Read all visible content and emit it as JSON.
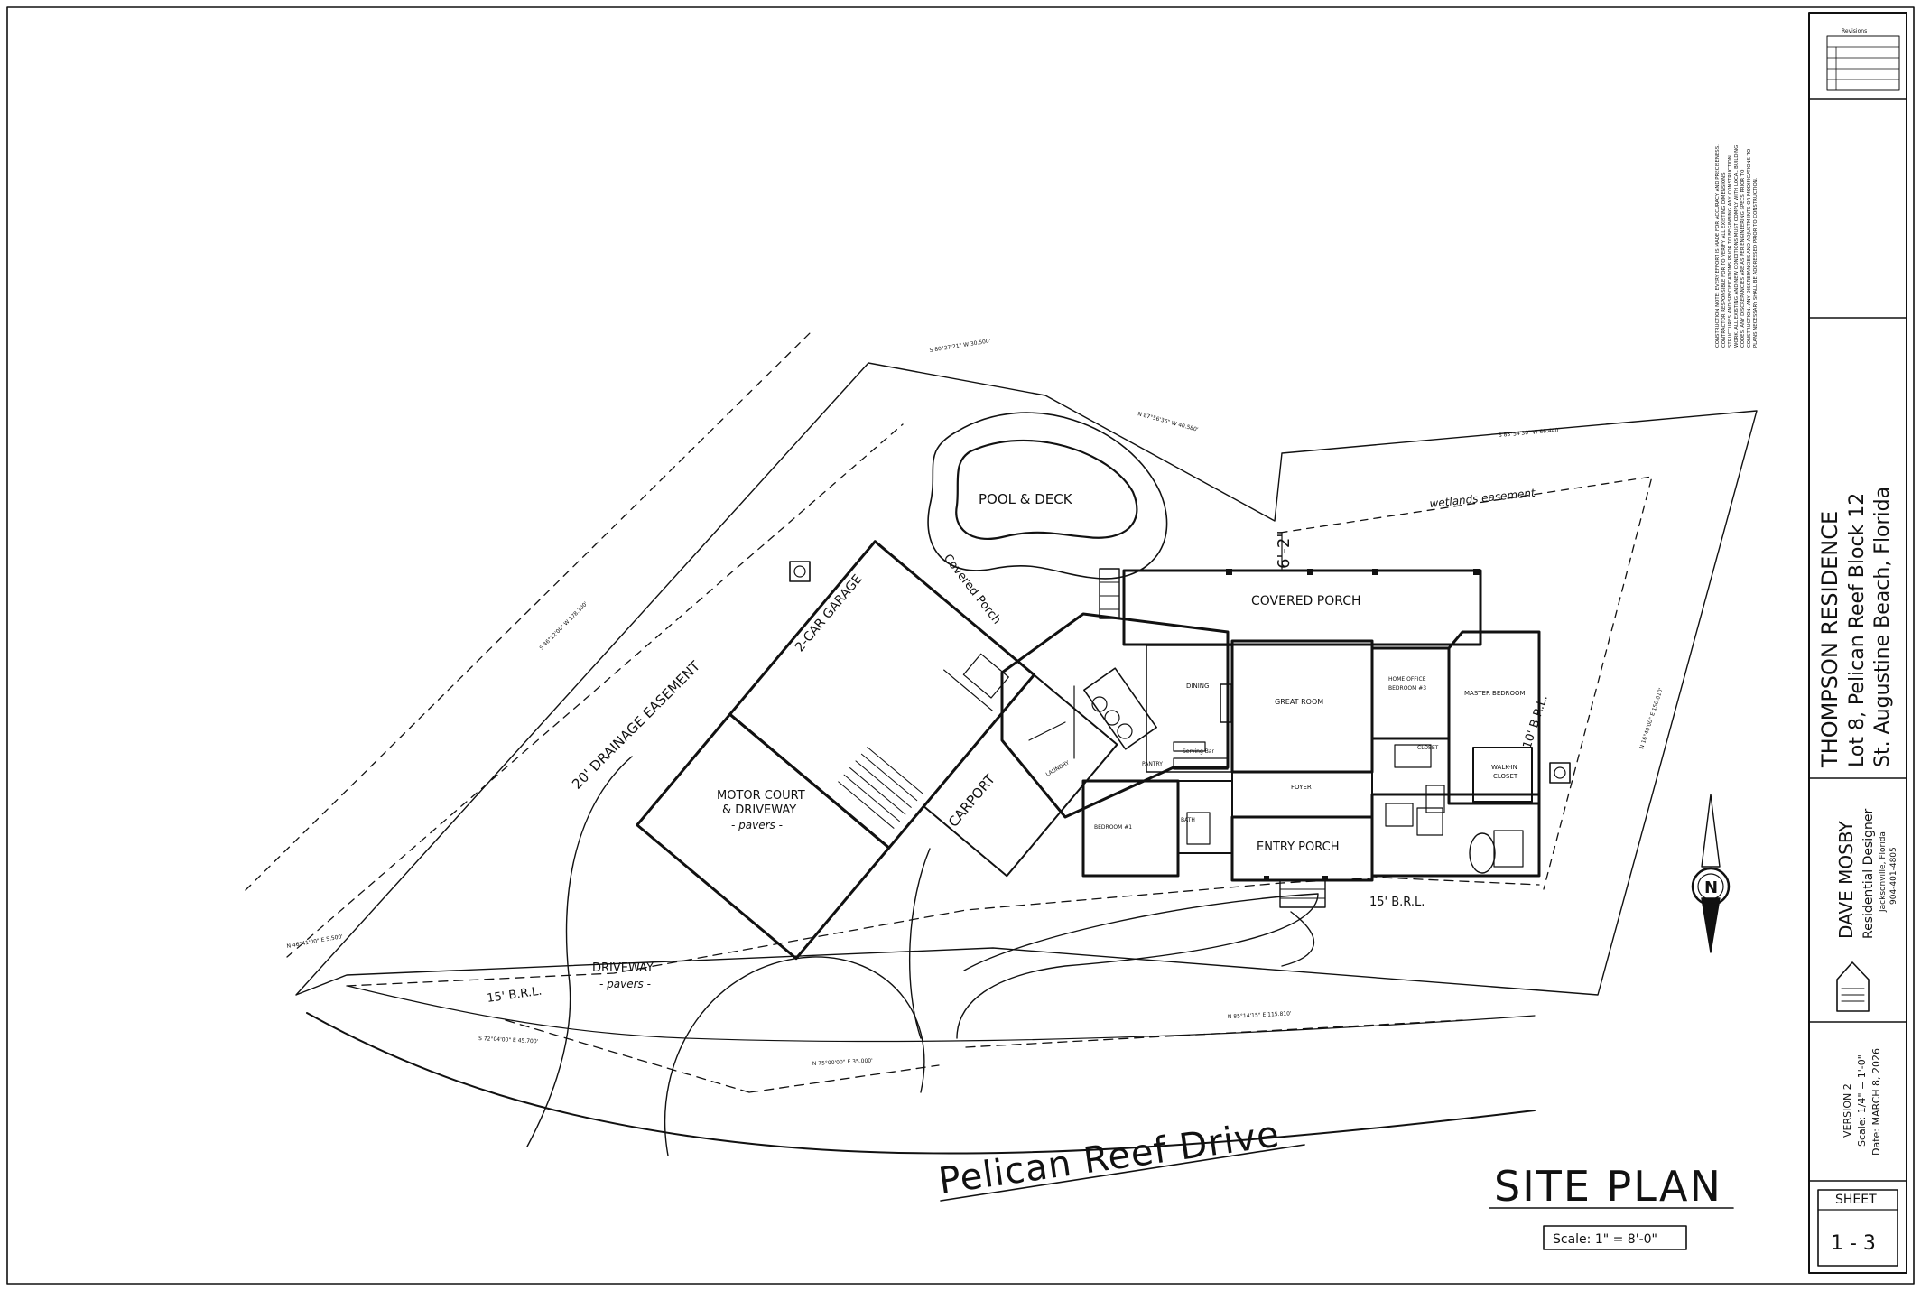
{
  "labels": {
    "pool": "POOL & DECK",
    "wetlands": "wetlands easement",
    "covered_porch": "COVERED PORCH",
    "dimension_62": "6'-2\"",
    "covered_porch_small": "Covered Porch",
    "garage": "2-CAR GARAGE",
    "carport": "CARPORT",
    "drainage": "20' DRAINAGE EASEMENT",
    "motor_court_1": "MOTOR COURT",
    "motor_court_2": "& DRIVEWAY",
    "motor_court_3": "- pavers -",
    "driveway_1": "DRIVEWAY",
    "driveway_2": "- pavers -",
    "brl_front_left": "15' B.R.L.",
    "brl_front_right": "15' B.R.L.",
    "brl_side": "10' B.R.L.",
    "great_room": "GREAT ROOM",
    "dining": "DINING",
    "home_office": "HOME OFFICE",
    "bedroom3": "BEDROOM #3",
    "master_bedroom": "MASTER BEDROOM",
    "walkin_1": "WALK-IN",
    "walkin_2": "CLOSET",
    "foyer": "FOYER",
    "entry_porch": "ENTRY PORCH",
    "bedroom1": "BEDROOM #1",
    "serving_bar": "Serving Bar",
    "laundry": "LAUNDRY",
    "pantry": "PANTRY",
    "bath": "BATH",
    "closet": "CLOSET",
    "street": "Pelican Reef Drive",
    "site_plan": "SITE PLAN",
    "scale": "Scale:  1\" = 8'-0\"",
    "bearing_top1": "S 80°27'21\" W 30.500'",
    "bearing_top2": "N 87°56'36\" W 40.580'",
    "bearing_top3": "S 83°54'30\" W 66.440'",
    "bearing_left": "S 46°12'00\" W 178.300'",
    "bearing_right": "N 16°40'00\" E 150.010'",
    "bearing_bot1": "N 85°14'15\" E 115.810'",
    "bearing_bot2": "N 75°00'00\" E 35.000'",
    "bearing_bot3": "S 72°04'00\" E 45.700'",
    "bearing_corner": "N 46°41'00\" E 5.500'"
  },
  "title_block": {
    "revisions": "Revisions",
    "notes": "CONSTRUCTION NOTE: EVERY EFFORT IS MADE FOR ACCURACY AND PRECISENESS. CONTRACTOR RESPONSIBLE FOR TO VERIFY ALL EXISTING DIMENSIONS, STRUCTURES AND SPECIFICATIONS PRIOR TO BEGINNING ANY CONSTRUCTION WORK. ALL EXISTING AND NEW CONDITIONS MUST COMPLY WITH LOCAL BUILDING CODES. ANY DISCREPANCIES ARE AS PER ENGINEERING SPECS PRIOR TO CONSTRUCTION. ANY DISCREPANCIES AND ADJUSTMENTS OR MODIFICATIONS TO PLANS NECESSARY SHALL BE ADDRESSED PRIOR TO CONSTRUCTION.",
    "project_title": "THOMPSON RESIDENCE",
    "project_lot": "Lot 8, Pelican Reef Block 12",
    "project_city": "St. Augustine Beach, Florida",
    "designer_name": "DAVE MOSBY",
    "designer_role": "Residential Designer",
    "designer_city": "Jacksonville, Florida",
    "designer_phone": "904-401-4805",
    "version": "VERSION 2",
    "scale": "Scale: 1/4\" = 1'-0\"",
    "date": "Date: MARCH 8, 2026",
    "sheet_label": "SHEET",
    "sheet_number": "1 - 3"
  },
  "north_label": "N"
}
